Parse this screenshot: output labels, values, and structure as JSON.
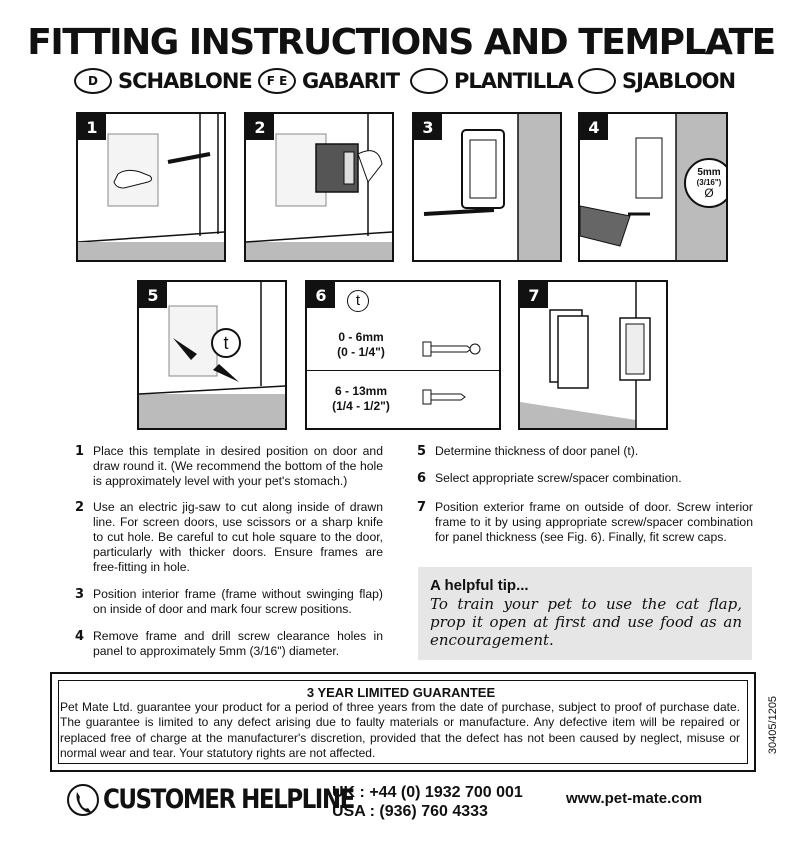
{
  "header": {
    "title": "FITTING INSTRUCTIONS AND TEMPLATE",
    "languages": [
      {
        "code": "D",
        "label": "SCHABLONE"
      },
      {
        "code": "F E",
        "label": "GABARIT"
      },
      {
        "code": "",
        "label": "PLANTILLA"
      },
      {
        "code": "",
        "label": "SJABLOON"
      }
    ]
  },
  "figures": {
    "labels": [
      "1",
      "2",
      "3",
      "4",
      "5",
      "6",
      "7"
    ],
    "drill_size": "5mm",
    "drill_size_imperial": "(3/16\")",
    "diameter_symbol": "Ø",
    "thickness_symbol": "t",
    "screw_table": [
      {
        "range": "0 - 6mm",
        "imperial": "(0 - 1/4\")"
      },
      {
        "range": "6 - 13mm",
        "imperial": "(1/4 - 1/2\")"
      }
    ]
  },
  "steps": [
    {
      "num": "1",
      "text": "Place this template in desired position on door and draw round it. (We recommend the bottom of the hole is approximately level with your pet's stomach.)"
    },
    {
      "num": "2",
      "text": "Use an electric jig-saw to cut along inside of drawn line. For screen doors, use scissors or a sharp knife to cut hole. Be careful to cut hole square to the door, particularly with thicker doors. Ensure frames are free-fitting in hole."
    },
    {
      "num": "3",
      "text": "Position interior frame (frame without swinging flap) on inside of door and mark four screw positions."
    },
    {
      "num": "4",
      "text": "Remove frame and drill screw clearance holes in panel to approximately 5mm (3/16\") diameter."
    },
    {
      "num": "5",
      "text": "Determine thickness of door panel (t)."
    },
    {
      "num": "6",
      "text": "Select appropriate screw/spacer combination."
    },
    {
      "num": "7",
      "text": "Position exterior frame on outside of door. Screw interior frame to it by using appropriate screw/spacer combination for panel thickness (see Fig. 6). Finally, fit screw caps."
    }
  ],
  "tip": {
    "heading": "A helpful tip...",
    "body": "To train your pet to use the cat flap, prop it open at first and use food as an encouragement."
  },
  "guarantee": {
    "title": "3 YEAR LIMITED GUARANTEE",
    "body": "Pet Mate Ltd. guarantee your product for a period of three years from the date of purchase, subject to proof of purchase date. The guarantee is limited to any defect arising due to faulty materials or manufacture. Any defective item will be repaired or replaced free of charge at the manufacturer's discretion, provided that the defect has not been caused by neglect, misuse or normal wear and tear. Your statutory rights are not affected."
  },
  "doc_code": "30405/1205",
  "footer": {
    "helpline_label": "CUSTOMER HELPLINE",
    "uk": "UK : +44 (0) 1932 700 001",
    "usa": "USA : (936) 760 4333",
    "website": "www.pet-mate.com"
  }
}
